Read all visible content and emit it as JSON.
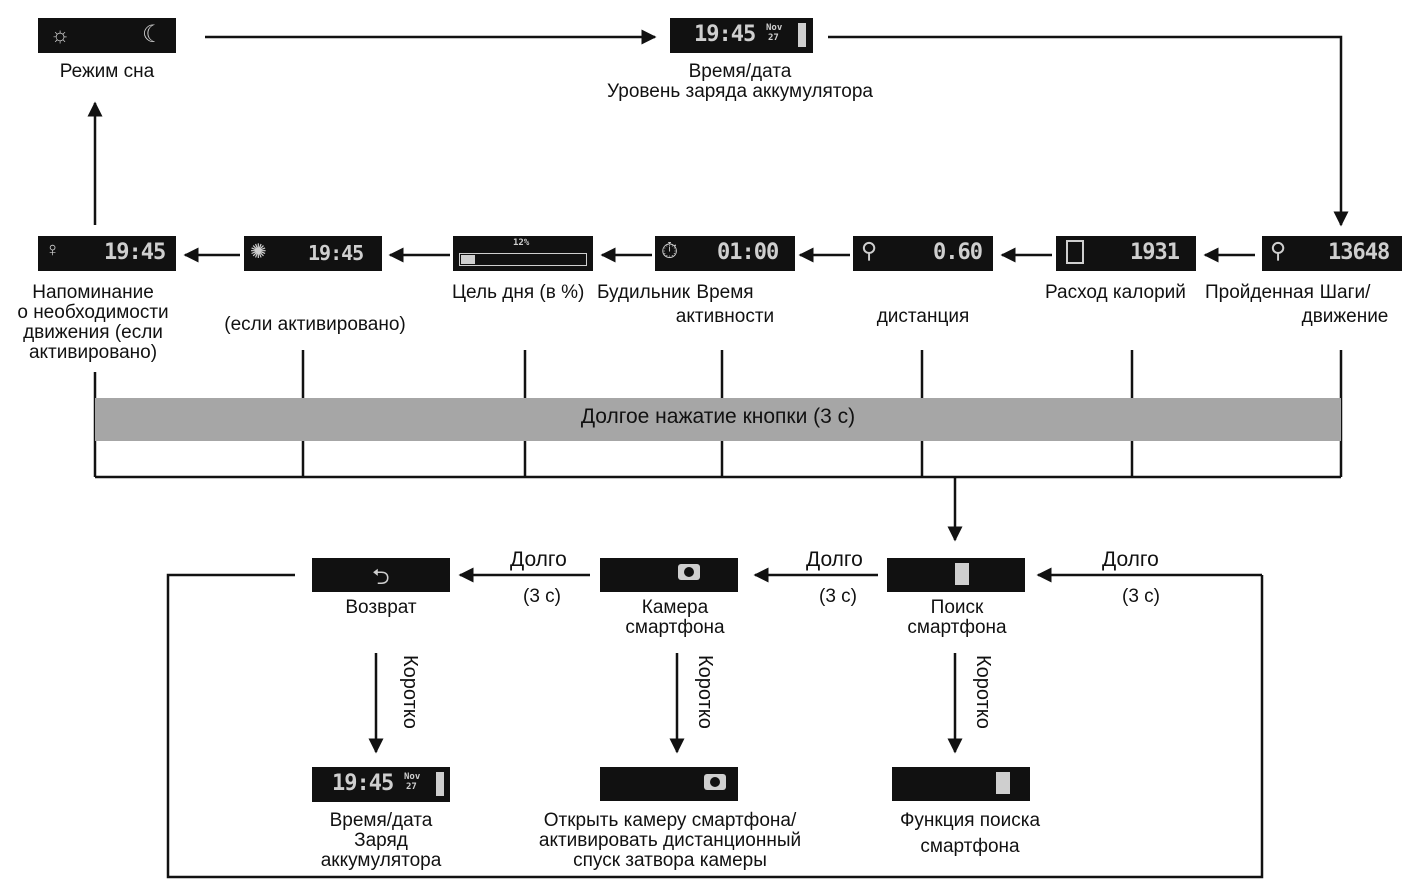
{
  "top": {
    "sleep_mode": "Режим сна",
    "time_date": "Время/дата",
    "battery_level": "Уровень заряда аккумулятора"
  },
  "screens": {
    "clock_time": "19:45",
    "clock_date_day": "Nov",
    "clock_date_num": "27",
    "reminder_time": "19:45",
    "alarm_time": "19:45",
    "goal_percent": "12%",
    "activity_time": "01:00",
    "distance_value": "0.60",
    "calories_value": "1931",
    "steps_value": "13648"
  },
  "row_labels": {
    "reminder": [
      "Напоминание",
      "о необходимости",
      "движения (если",
      "активировано)"
    ],
    "alarm_note": "(если активировано)",
    "goal": "Цель дня (в %)",
    "alarm": "Будильник",
    "activity_1": "Время",
    "activity_2": "активности",
    "distance": "дистанция",
    "calories": "Расход калорий",
    "traveled": "Пройденная",
    "steps_1": "Шаги/",
    "steps_2": "движение"
  },
  "long_press": "Долгое нажатие кнопки (3 с)",
  "bottom": {
    "long": "Долго",
    "three_sec": "(3 с)",
    "short": "Коротко",
    "back": "Возврат",
    "camera_1": "Камера",
    "camera_2": "смартфона",
    "search_1": "Поиск",
    "search_2": "смартфона",
    "result_time_1": "Время/дата",
    "result_time_2": "Заряд",
    "result_time_3": "аккумулятора",
    "result_camera_1": "Открыть камеру смартфона/",
    "result_camera_2": "активировать дистанционный",
    "result_camera_3": "спуск затвора камеры",
    "result_search_1": "Функция поиска",
    "result_search_2": "смартфона"
  }
}
